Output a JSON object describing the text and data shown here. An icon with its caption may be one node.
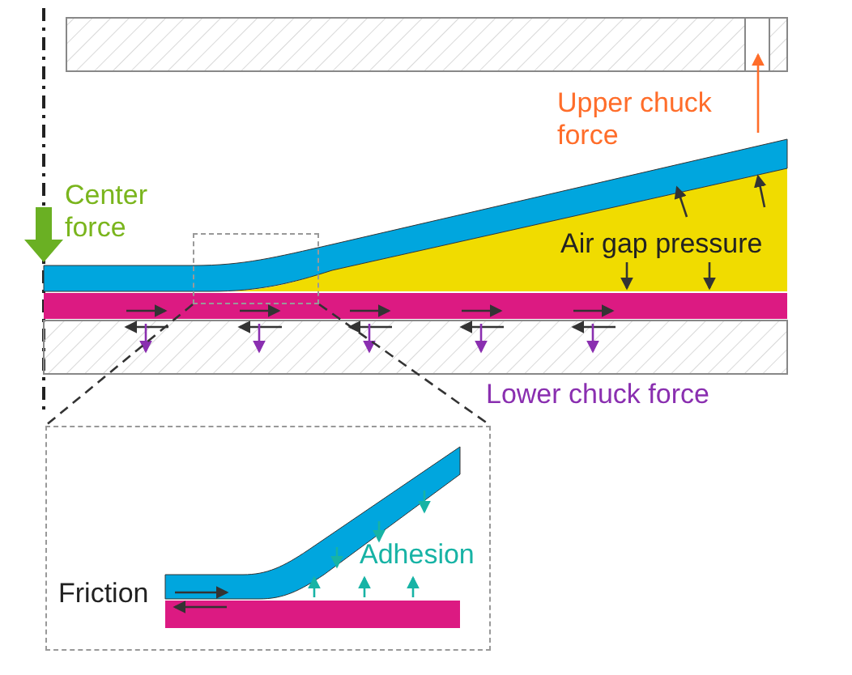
{
  "diagram": {
    "nodes": [
      {
        "text": [],
        "shape": "box"
      },
      {
        "text": [],
        "shape": "box"
      }
    ],
    "edges": [
      {
        "from": 0,
        "to": 1,
        "arrow": "none",
        "style": "dashed"
      },
      {
        "from": 0,
        "to": 1,
        "arrow": "none",
        "style": "dashed"
      }
    ],
    "labels": [
      "Upper chuck force",
      "Center force",
      "Air gap pressure",
      "Lower chuck force",
      "Friction",
      "Adhesion"
    ]
  }
}
